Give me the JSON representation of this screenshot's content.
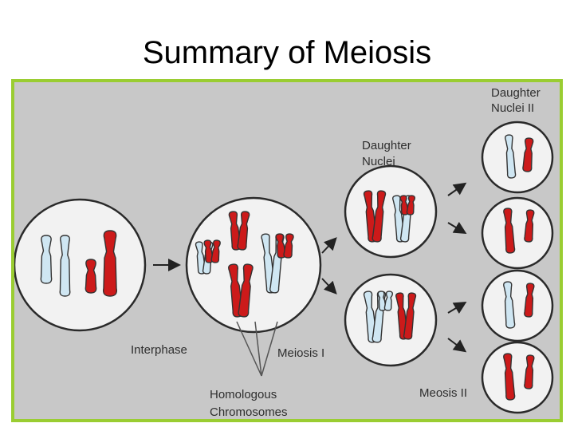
{
  "slide": {
    "title": "Summary of Meiosis"
  },
  "labels": {
    "daughter_nuclei_ii_line1": "Daughter",
    "daughter_nuclei_ii_line2": "Nuclei II",
    "daughter_nuclei_line1": "Daughter",
    "daughter_nuclei_line2": "Nuclei",
    "interphase": "Interphase",
    "meiosis_i": "Meiosis I",
    "homologous_line1": "Homologous",
    "homologous_line2": "Chromosomes",
    "meiosis_ii": "Meosis II"
  },
  "colors": {
    "frame_border": "#9acd32",
    "background": "#c8c8c8",
    "cell_fill": "#f2f2f2",
    "cell_stroke": "#2a2a2a",
    "red_chromosome": "#cc1a1a",
    "blue_chromosome": "#cfe6f2",
    "chromosome_outline": "#333333"
  }
}
